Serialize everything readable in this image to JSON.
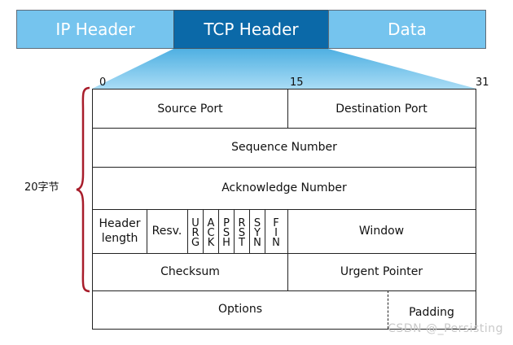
{
  "segments": {
    "ip": "IP Header",
    "tcp": "TCP  Header",
    "data": "Data"
  },
  "bits": {
    "start": "0",
    "middle": "15",
    "end": "31"
  },
  "fields": {
    "source_port": "Source Port",
    "destination_port": "Destination Port",
    "sequence_number": "Sequence Number",
    "acknowledge_number": "Acknowledge Number",
    "header_length": "Header length",
    "reserved": "Resv.",
    "flags": [
      {
        "name": "URG",
        "letters": [
          "U",
          "R",
          "G"
        ]
      },
      {
        "name": "ACK",
        "letters": [
          "A",
          "C",
          "K"
        ]
      },
      {
        "name": "PSH",
        "letters": [
          "P",
          "S",
          "H"
        ]
      },
      {
        "name": "RST",
        "letters": [
          "R",
          "S",
          "T"
        ]
      },
      {
        "name": "SYN",
        "letters": [
          "S",
          "Y",
          "N"
        ]
      },
      {
        "name": "FIN",
        "letters": [
          "F",
          "I",
          "N"
        ]
      }
    ],
    "window": "Window",
    "checksum": "Checksum",
    "urgent_pointer": "Urgent Pointer",
    "options": "Options",
    "padding": "Padding"
  },
  "annotation": {
    "size": "20字节"
  },
  "watermark": "CSDN @_Persisting",
  "colors": {
    "segment_light": "#75c4ee",
    "segment_dark": "#0b69a8",
    "trapezoid": "#7fc8ec",
    "brace": "#a81d2b"
  }
}
